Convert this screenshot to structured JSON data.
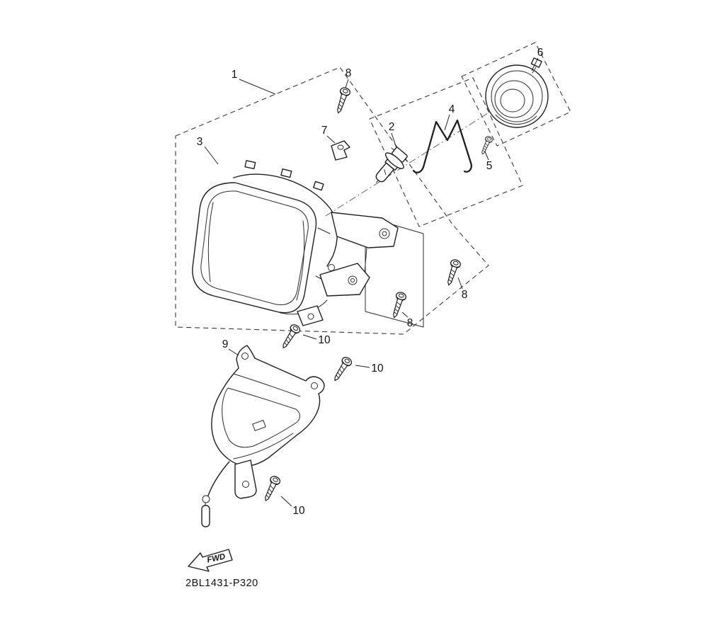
{
  "diagram": {
    "kind": "exploded-parts-diagram",
    "code": "2BL1431-P320",
    "fwd_label": "FWD",
    "colors": {
      "background": "#ffffff",
      "line": "#1f1f1f",
      "dashed_line": "#3a3a3a"
    },
    "callouts": [
      {
        "label": "1"
      },
      {
        "label": "3"
      },
      {
        "label": "8"
      },
      {
        "label": "7"
      },
      {
        "label": "2"
      },
      {
        "label": "4"
      },
      {
        "label": "5"
      },
      {
        "label": "6"
      },
      {
        "label": "8"
      },
      {
        "label": "8"
      },
      {
        "label": "9"
      },
      {
        "label": "10"
      },
      {
        "label": "10"
      },
      {
        "label": "10"
      }
    ]
  }
}
